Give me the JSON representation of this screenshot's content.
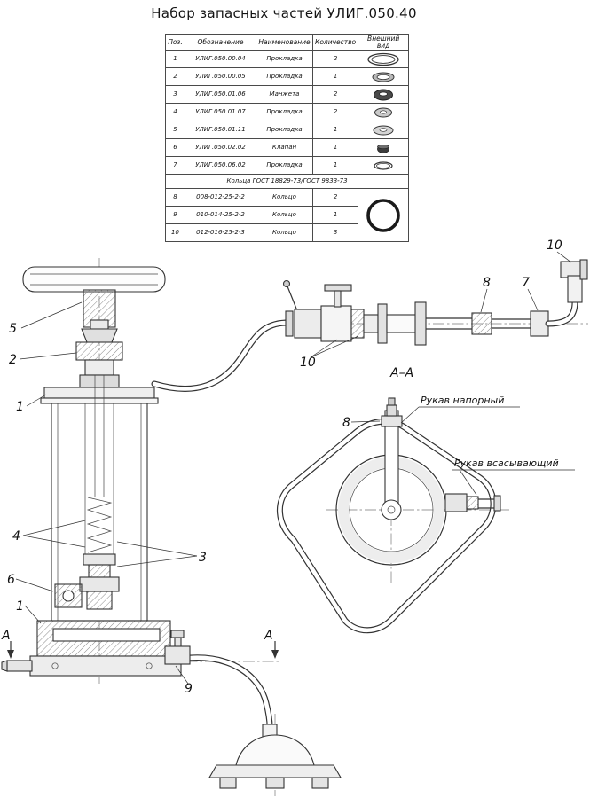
{
  "title": "Набор запасных частей УЛИГ.050.40",
  "table": {
    "headers": [
      "Поз.",
      "Обозначение",
      "Наименование",
      "Количество",
      "Внешний вид"
    ],
    "rows": [
      {
        "pos": "1",
        "designation": "УЛИГ.050.00.04",
        "name": "Прокладка",
        "qty": "2",
        "appearance": "large-oval-gasket"
      },
      {
        "pos": "2",
        "designation": "УЛИГ.050.00.05",
        "name": "Прокладка",
        "qty": "1",
        "appearance": "small-oval-gasket"
      },
      {
        "pos": "3",
        "designation": "УЛИГ.050.01.06",
        "name": "Манжета",
        "qty": "2",
        "appearance": "dark-cup-seal"
      },
      {
        "pos": "4",
        "designation": "УЛИГ.050.01.07",
        "name": "Прокладка",
        "qty": "2",
        "appearance": "washer"
      },
      {
        "pos": "5",
        "designation": "УЛИГ.050.01.11",
        "name": "Прокладка",
        "qty": "1",
        "appearance": "washer"
      },
      {
        "pos": "6",
        "designation": "УЛИГ.050.02.02",
        "name": "Клапан",
        "qty": "1",
        "appearance": "dark-valve"
      },
      {
        "pos": "7",
        "designation": "УЛИГ.050.06.02",
        "name": "Прокладка",
        "qty": "1",
        "appearance": "thin-ring"
      }
    ],
    "group_header": "Кольца ГОСТ 18829-73/ГОСТ 9833-73",
    "ring_rows": [
      {
        "pos": "8",
        "designation": "008-012-25-2-2",
        "name": "Кольцо",
        "qty": "2"
      },
      {
        "pos": "9",
        "designation": "010-014-25-2-2",
        "name": "Кольцо",
        "qty": "1"
      },
      {
        "pos": "10",
        "designation": "012-016-25-2-3",
        "name": "Кольцо",
        "qty": "3"
      }
    ],
    "ring_appearance": "rubber-o-ring"
  },
  "diagram": {
    "section_view_label": "А–А",
    "section_cut_left": "А",
    "section_cut_right": "А",
    "hose_pressure_label": "Рукав напорный",
    "hose_suction_label": "Рукав всасывающий",
    "callouts": {
      "c5": "5",
      "c2": "2",
      "c1a": "1",
      "c4": "4",
      "c3": "3",
      "c6": "6",
      "c1b": "1",
      "c9": "9",
      "c10a": "10",
      "c10b": "10",
      "c8a": "8",
      "c7": "7",
      "c8b": "8"
    }
  },
  "colors": {
    "line": "#333333",
    "background": "#ffffff"
  }
}
